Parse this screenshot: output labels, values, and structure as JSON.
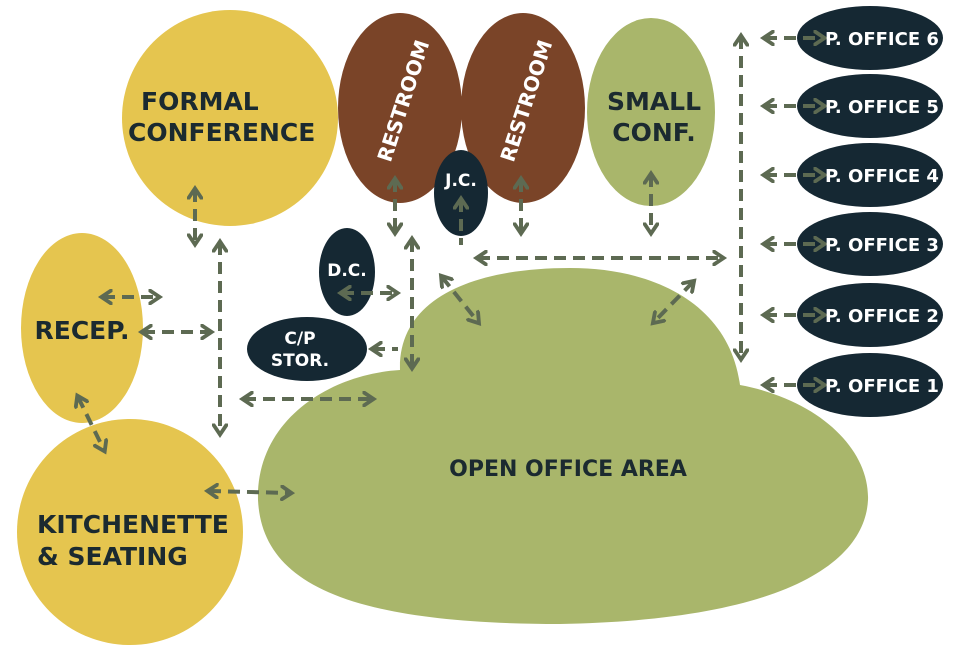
{
  "colors": {
    "gold": "#e5c54f",
    "brown": "#7a4428",
    "olive": "#a9b66b",
    "navy": "#152833",
    "arrow": "#5d6a52",
    "dark_text": "#1b2a30",
    "light_text": "#ffffff"
  },
  "rooms": {
    "formal_conference": {
      "line1": "FORMAL",
      "line2": "CONFERENCE"
    },
    "restroom_1": "RESTROOM",
    "restroom_2": "RESTROOM",
    "small_conf": {
      "line1": "SMALL",
      "line2": "CONF."
    },
    "jc": "J.C.",
    "dc": "D.C.",
    "cp_stor": {
      "line1": "C/P",
      "line2": "STOR."
    },
    "recep": "RECEP.",
    "kitchenette": {
      "line1": "KITCHENETTE",
      "line2": "& SEATING"
    },
    "open_office": "OPEN OFFICE AREA",
    "private_offices": [
      "P. OFFICE 6",
      "P. OFFICE 5",
      "P. OFFICE 4",
      "P. OFFICE 3",
      "P. OFFICE 2",
      "P. OFFICE 1"
    ]
  }
}
